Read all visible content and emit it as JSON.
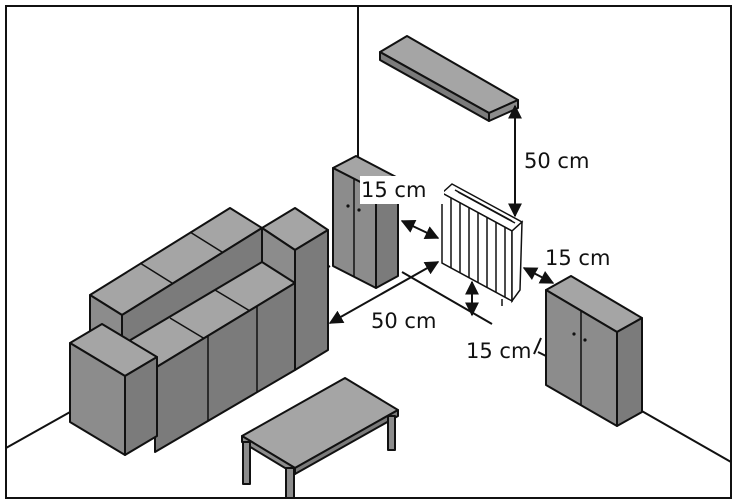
{
  "labels": {
    "shelf_gap": "50 cm",
    "left_side_gap": "15 cm",
    "right_side_gap": "15 cm",
    "front_gap": "50 cm",
    "floor_gap": "15 cm"
  },
  "colors": {
    "furniture": "#8c8c8c",
    "outline": "#111111",
    "background": "#ffffff"
  }
}
